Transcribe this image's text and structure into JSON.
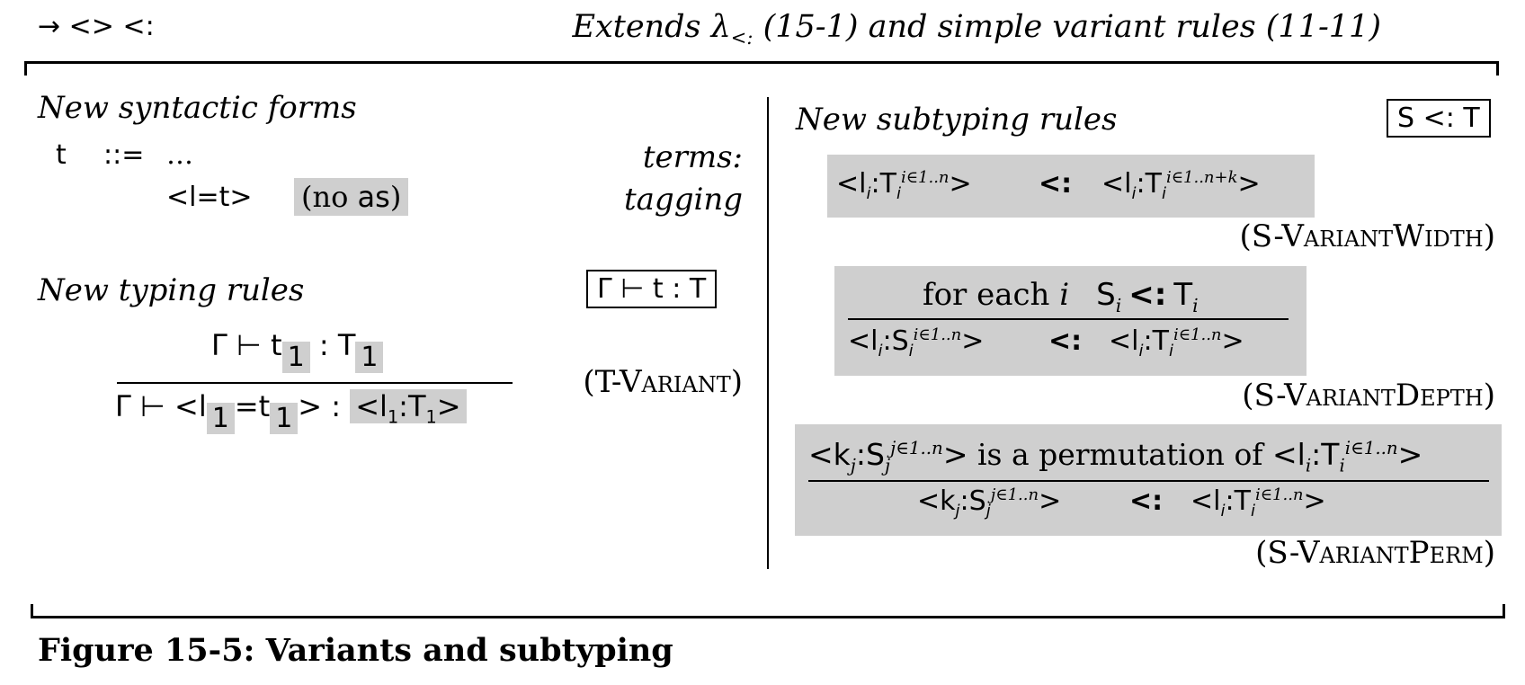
{
  "header": {
    "symbols": "→ <> <:",
    "extends_prefix": "Extends λ",
    "extends_sub": "<:",
    "extends_rest": " (15-1) and simple variant rules (11-11)"
  },
  "syntax": {
    "heading": "New syntactic forms",
    "t_symbol": "t",
    "defsym": "::=",
    "ellipsis": "…",
    "terms_label": "terms:",
    "tag_form": "<l=t>",
    "no_as_prefix": "(no ",
    "no_as_kw": "as",
    "no_as_suffix": ")",
    "tagging_label": "tagging"
  },
  "typing": {
    "heading": "New typing rules",
    "judgment": "Γ ⊢ t : T",
    "premise": {
      "pre": "Γ ⊢ t",
      "one_a": "1",
      "mid": " : T",
      "one_b": "1"
    },
    "conclusion": {
      "pre": "Γ ⊢ <l",
      "one_a": "1",
      "mid": "=t",
      "one_b": "1",
      "post": "> : ",
      "type": "<l",
      "type_sub1": "1",
      "type_mid": ":T",
      "type_sub2": "1",
      "type_end": ">"
    },
    "rule_name": "(T-Variant)"
  },
  "subtyping": {
    "heading": "New subtyping rules",
    "judgment": "S <: T",
    "width": {
      "left": "<l",
      "i": "i",
      "colon_t": ":T",
      "sup_left": "i∈1..n",
      "close": ">",
      "sub": "<:",
      "sup_right": "i∈1..n+k",
      "name": "(S-VariantWidth)"
    },
    "depth": {
      "premise_text": "for each ",
      "premise_i": "i",
      "premise_s": "S",
      "premise_sub": "<:",
      "premise_t": "T",
      "conc_left_mid": ":S",
      "conc_right_mid": ":T",
      "sup": "i∈1..n",
      "name": "(S-VariantDepth)"
    },
    "perm": {
      "k": "<k",
      "j": "j",
      "colon_s": ":S",
      "sup_j": "j∈1..n",
      "is_perm": " is a permutation of ",
      "l": "<l",
      "i": "i",
      "colon_t": ":T",
      "sup_i": "i∈1..n",
      "name": "(S-VariantPerm)"
    }
  },
  "caption": "Figure 15-5: Variants and subtyping"
}
